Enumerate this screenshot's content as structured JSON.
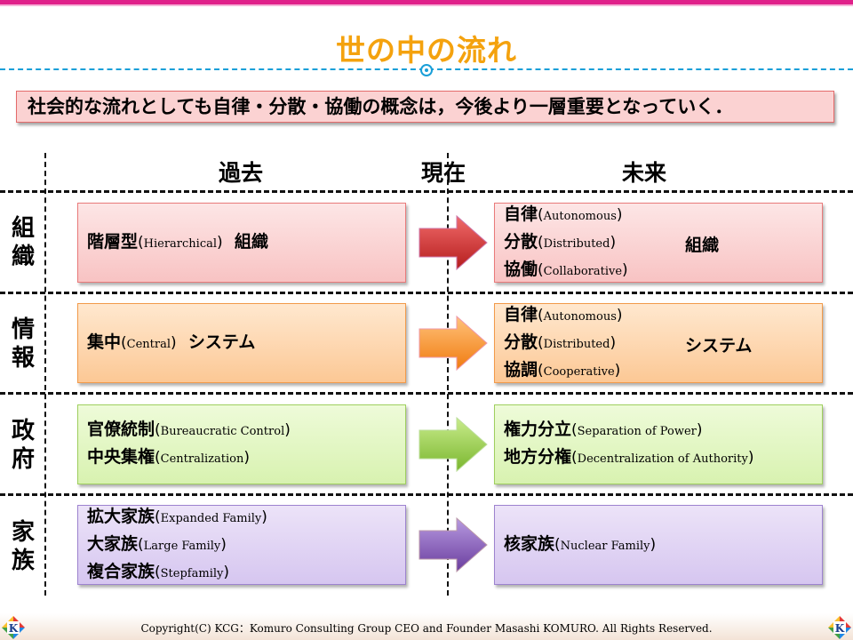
{
  "slide": {
    "title": "世の中の流れ",
    "summary": "社会的な流れとしても自律・分散・協働の概念は，今後より一層重要となっていく．",
    "columns": {
      "past": "過去",
      "present": "現在",
      "future": "未来"
    },
    "copyright": "Copyright(C)  KCG：Komuro Consulting Group   CEO and Founder  Masashi KOMURO. All Rights Reserved.",
    "logo_letter": "K"
  },
  "rows": [
    {
      "label": [
        "組",
        "織"
      ],
      "color": "#d9342b",
      "past": [
        {
          "jp": "階層型",
          "en": "Hierarchical",
          "tail": "組織"
        }
      ],
      "future": [
        {
          "jp": "自律",
          "en": "Autonomous"
        },
        {
          "jp": "分散",
          "en": "Distributed"
        },
        {
          "jp": "協働",
          "en": "Collaborative"
        }
      ],
      "future_suffix": "組織"
    },
    {
      "label": [
        "情",
        "報"
      ],
      "color": "#f7941d",
      "past": [
        {
          "jp": "集中",
          "en": "Central",
          "tail": "システム"
        }
      ],
      "future": [
        {
          "jp": "自律",
          "en": "Autonomous"
        },
        {
          "jp": "分散",
          "en": "Distributed"
        },
        {
          "jp": "協調",
          "en": "Cooperative"
        }
      ],
      "future_suffix": "システム"
    },
    {
      "label": [
        "政",
        "府"
      ],
      "color": "#8cc63f",
      "past": [
        {
          "jp": "官僚統制",
          "en": "Bureaucratic Control"
        },
        {
          "jp": "中央集権",
          "en": "Centralization"
        }
      ],
      "future": [
        {
          "jp": "権力分立",
          "en": "Separation of Power"
        },
        {
          "jp": "地方分権",
          "en": "Decentralization of Authority"
        }
      ]
    },
    {
      "label": [
        "家",
        "族"
      ],
      "color": "#7b4fa8",
      "past": [
        {
          "jp": "拡大家族",
          "en": "Expanded Family"
        },
        {
          "jp": "大家族",
          "en": "Large Family"
        },
        {
          "jp": "複合家族",
          "en": "Stepfamily"
        }
      ],
      "future": [
        {
          "jp": "核家族",
          "en": "Nuclear Family"
        }
      ]
    }
  ]
}
